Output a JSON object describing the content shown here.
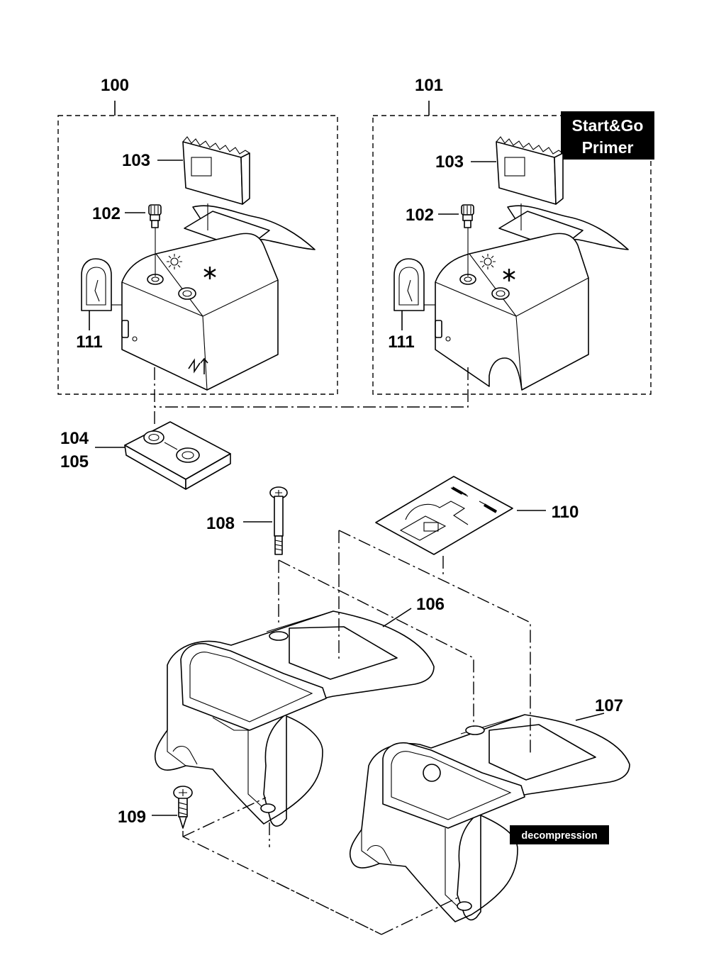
{
  "parts": {
    "p100": "100",
    "p101": "101",
    "p102a": "102",
    "p102b": "102",
    "p103a": "103",
    "p103b": "103",
    "p104": "104",
    "p105": "105",
    "p106": "106",
    "p107": "107",
    "p108": "108",
    "p109": "109",
    "p110": "110",
    "p111a": "111",
    "p111b": "111"
  },
  "badges": {
    "start_go_line1": "Start&Go",
    "start_go_line2": "Primer",
    "decompression": "decompression"
  },
  "icons": [
    "sun-icon",
    "snowflake-icon",
    "arrow-icon"
  ]
}
